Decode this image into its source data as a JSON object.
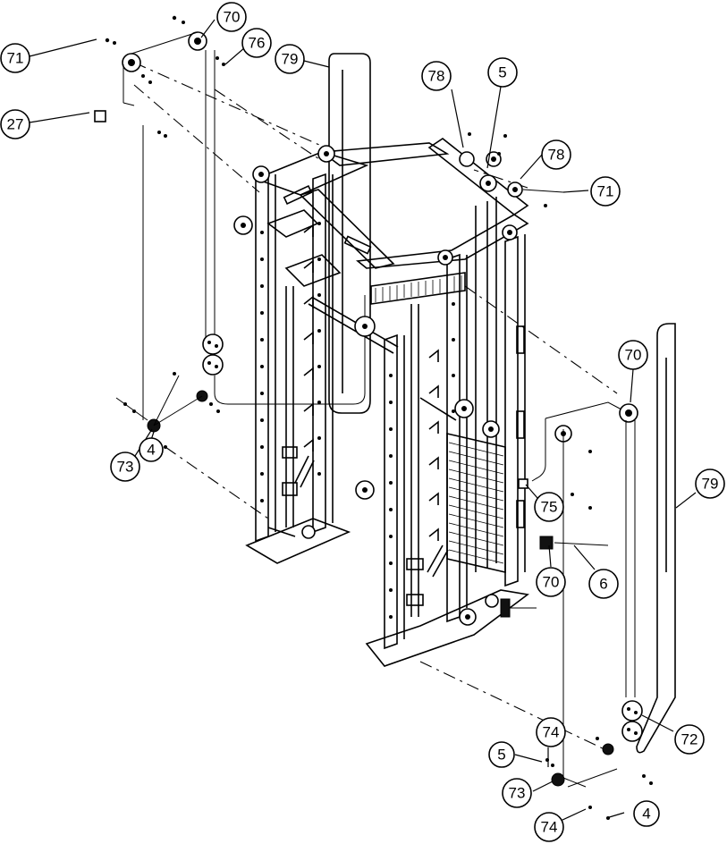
{
  "diagram": {
    "callouts": [
      {
        "id": "c71a",
        "label": "71"
      },
      {
        "id": "c70a",
        "label": "70"
      },
      {
        "id": "c76",
        "label": "76"
      },
      {
        "id": "c79a",
        "label": "79"
      },
      {
        "id": "c27",
        "label": "27"
      },
      {
        "id": "c78a",
        "label": "78"
      },
      {
        "id": "c5a",
        "label": "5"
      },
      {
        "id": "c78b",
        "label": "78"
      },
      {
        "id": "c71b",
        "label": "71"
      },
      {
        "id": "c70b",
        "label": "70"
      },
      {
        "id": "c79b",
        "label": "79"
      },
      {
        "id": "c73a",
        "label": "73"
      },
      {
        "id": "c4a",
        "label": "4"
      },
      {
        "id": "c75",
        "label": "75"
      },
      {
        "id": "c70c",
        "label": "70"
      },
      {
        "id": "c6",
        "label": "6"
      },
      {
        "id": "c72",
        "label": "72"
      },
      {
        "id": "c74a",
        "label": "74"
      },
      {
        "id": "c5b",
        "label": "5"
      },
      {
        "id": "c73b",
        "label": "73"
      },
      {
        "id": "c74b",
        "label": "74"
      },
      {
        "id": "c4b",
        "label": "4"
      }
    ]
  }
}
